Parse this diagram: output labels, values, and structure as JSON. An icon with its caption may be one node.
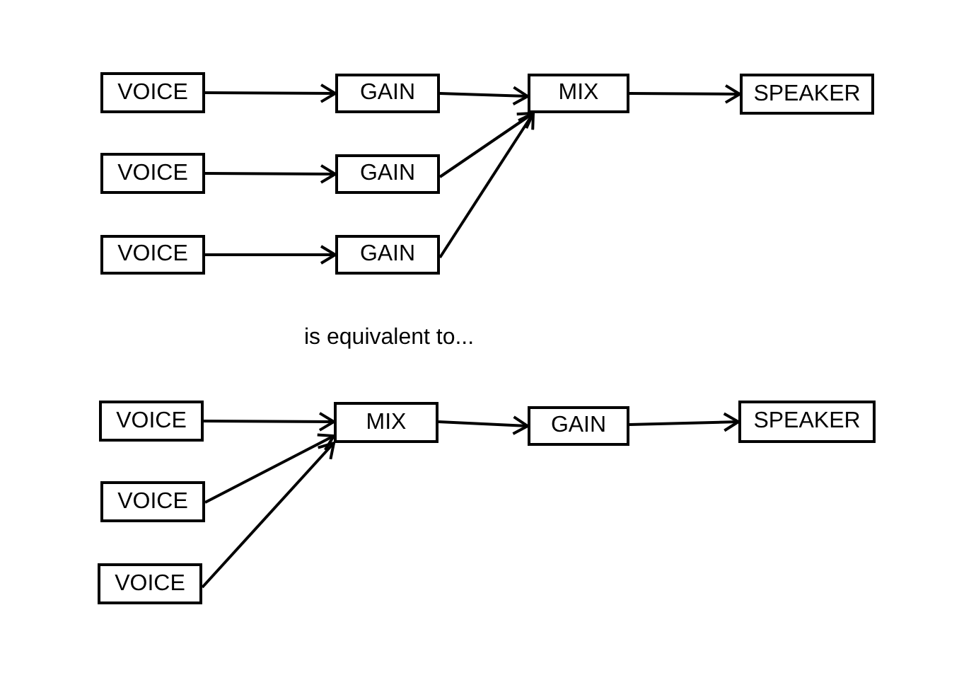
{
  "diagram": {
    "nodes": [
      {
        "text": [
          "VOICE"
        ]
      },
      {
        "text": [
          "GAIN"
        ]
      },
      {
        "text": [
          "MIX"
        ]
      },
      {
        "text": [
          "SPEAKER"
        ]
      },
      {
        "text": [
          "VOICE"
        ]
      },
      {
        "text": [
          "GAIN"
        ]
      },
      {
        "text": [
          "VOICE"
        ]
      },
      {
        "text": [
          "GAIN"
        ]
      },
      {
        "text": [
          "VOICE"
        ]
      },
      {
        "text": [
          "MIX"
        ]
      },
      {
        "text": [
          "GAIN"
        ]
      },
      {
        "text": [
          "SPEAKER"
        ]
      },
      {
        "text": [
          "VOICE"
        ]
      },
      {
        "text": [
          "VOICE"
        ]
      }
    ],
    "edges": [
      {
        "from": 0,
        "to": 1,
        "arrow": "to"
      },
      {
        "from": 1,
        "to": 2,
        "arrow": "to"
      },
      {
        "from": 2,
        "to": 3,
        "arrow": "to"
      },
      {
        "from": 4,
        "to": 5,
        "arrow": "to"
      },
      {
        "from": 5,
        "to": 2,
        "arrow": "to"
      },
      {
        "from": 6,
        "to": 7,
        "arrow": "to"
      },
      {
        "from": 7,
        "to": 2,
        "arrow": "to"
      },
      {
        "from": 8,
        "to": 9,
        "arrow": "to"
      },
      {
        "from": 9,
        "to": 10,
        "arrow": "to"
      },
      {
        "from": 10,
        "to": 11,
        "arrow": "to"
      },
      {
        "from": 12,
        "to": 9,
        "arrow": "to"
      },
      {
        "from": 13,
        "to": 9,
        "arrow": "to"
      }
    ],
    "labels": [
      "is equivalent to..."
    ]
  }
}
